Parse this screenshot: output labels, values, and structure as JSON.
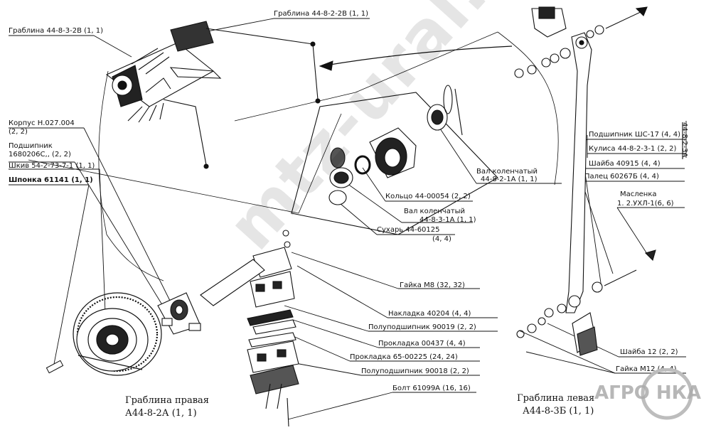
{
  "labels": {
    "grablina_right_ll": "Граблина 44-8-3-2В (1, 1)",
    "grablina_right_top": "Граблина 44-8-2-2В (1, 1)",
    "korpus": "Корпус Н.027.004",
    "korpus_qty": "(2, 2)",
    "podshipnik_left": "Подшипник",
    "podshipnik_left_code": "1680206С,, (2, 2)",
    "shkiv": "Шкив 54-2-73-7-1 (1, 1)",
    "shponka": "Шпонка 61141 (1, 1)",
    "podshipnik_shs": "Подшипник ШС-17 (4, 4)",
    "kulisa": "Кулиса 44-8-2-3-1 (2, 2)",
    "shaiba_40915": "Шайба 40915 (4, 4)",
    "palets": "Палец 60267Б (4, 4)",
    "maslenka": "Масленка",
    "maslenka_code": "1. 2.УХЛ-1(6, 6)",
    "val_right": "Вал коленчатый",
    "val_right_code": "44-8-2-1А (1, 1)",
    "koltso": "Кольцо 44-00054 (2, 2)",
    "val_left": "Вал коленчатый",
    "val_left_code": "44-8-3-1А (1, 1)",
    "suhar": "Сухарь 44-60125",
    "suhar_qty": "(4, 4)",
    "gaika_m8": "Гайка М8 (32, 32)",
    "nakladka": "Накладка 40204 (4, 4)",
    "polupodshipnik_90019": "Полуподшипник 90019 (2, 2)",
    "prokladka_00437": "Прокладка 00437 (4, 4)",
    "prokladka_65": "Прокладка 65-00225 (24, 24)",
    "polupodshipnik_90018": "Полуподшипник 90018 (2, 2)",
    "bolt": "Болт 61099А (16, 16)",
    "shaiba_12": "Шайба 12 (2, 2)",
    "gaika_m12": "Гайка М12 (4, 4)"
  },
  "captions": {
    "right_title": "Граблина правая",
    "right_code": "А44-8-2А (1, 1)",
    "left_title": "Граблина левая",
    "left_code": "А44-8-3Б (1, 1)"
  },
  "side_label": "44-8-2-3А",
  "watermark": "mtz-ural.ru",
  "logo": "АГРО НКА",
  "colors": {
    "ink": "#111111",
    "watermark": "#d9d9d9",
    "logo": "#b8b8b8"
  }
}
